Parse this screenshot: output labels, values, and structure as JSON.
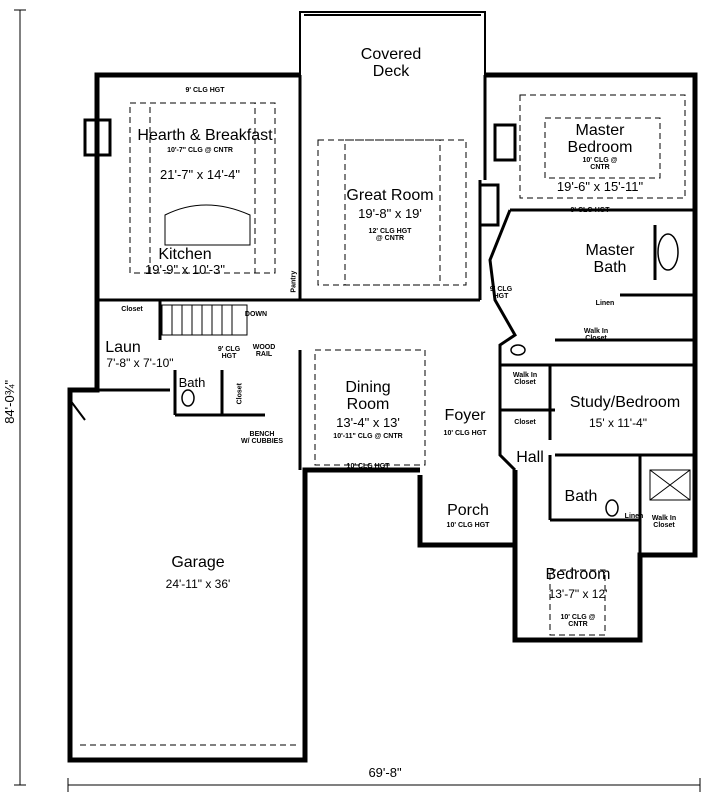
{
  "dimensions": {
    "overall_depth": "84'-0¾\"",
    "overall_width": "69'-8\""
  },
  "rooms": {
    "covered_deck": {
      "name_line1": "Covered",
      "name_line2": "Deck"
    },
    "hearth_breakfast": {
      "ceiling_top": "9' CLG HGT",
      "name": "Hearth & Breakfast",
      "ceiling": "10'-7\" CLG @ CNTR",
      "size": "21'-7\" x 14'-4\""
    },
    "kitchen": {
      "name": "Kitchen",
      "size": "19'-9\" x 10'-3\""
    },
    "pantry": {
      "name": "Pantry"
    },
    "great_room": {
      "name": "Great Room",
      "size": "19'-8\" x 19'",
      "ceiling_line1": "12' CLG HGT",
      "ceiling_line2": "@ CNTR"
    },
    "master_bedroom": {
      "name_line1": "Master",
      "name_line2": "Bedroom",
      "ceiling_line1": "10' CLG @",
      "ceiling_line2": "CNTR",
      "size": "19'-6\" x 15'-11\"",
      "ceiling_below": "9' CLG HGT"
    },
    "master_bath": {
      "name_line1": "Master",
      "name_line2": "Bath",
      "linen": "Linen",
      "walk_in_line1": "Walk In",
      "walk_in_line2": "Closet"
    },
    "hall_ceiling": {
      "line1": "9' CLG",
      "line2": "HGT"
    },
    "closet_laun": {
      "name": "Closet"
    },
    "stair": {
      "down": "DOWN",
      "rail_line1": "WOOD",
      "rail_line2": "RAIL",
      "ceiling_line1": "9' CLG",
      "ceiling_line2": "HGT"
    },
    "laundry": {
      "name": "Laun",
      "size": "7'-8\" x 7'-10\""
    },
    "half_bath": {
      "name": "Bath",
      "closet": "Closet",
      "bench_line1": "BENCH",
      "bench_line2": "W/ CUBBIES"
    },
    "dining_room": {
      "name_line1": "Dining",
      "name_line2": "Room",
      "size": "13'-4\" x 13'",
      "ceiling": "10'-11\" CLG @ CNTR",
      "ceiling_below": "10' CLG HGT"
    },
    "foyer": {
      "name": "Foyer",
      "ceiling": "10' CLG HGT"
    },
    "porch": {
      "name": "Porch",
      "ceiling": "10' CLG HGT"
    },
    "study": {
      "name": "Study/Bedroom",
      "size": "15' x 11'-4\"",
      "walk_in_line1": "Walk In",
      "walk_in_line2": "Closet",
      "closet": "Closet"
    },
    "hall": {
      "name": "Hall"
    },
    "bath2": {
      "name": "Bath",
      "linen": "Linen",
      "walk_in_line1": "Walk In",
      "walk_in_line2": "Closet"
    },
    "bedroom": {
      "name": "Bedroom",
      "size": "13'-7\" x 12'",
      "ceiling_line1": "10' CLG @",
      "ceiling_line2": "CNTR"
    },
    "garage": {
      "name": "Garage",
      "size": "24'-11\" x 36'"
    }
  }
}
